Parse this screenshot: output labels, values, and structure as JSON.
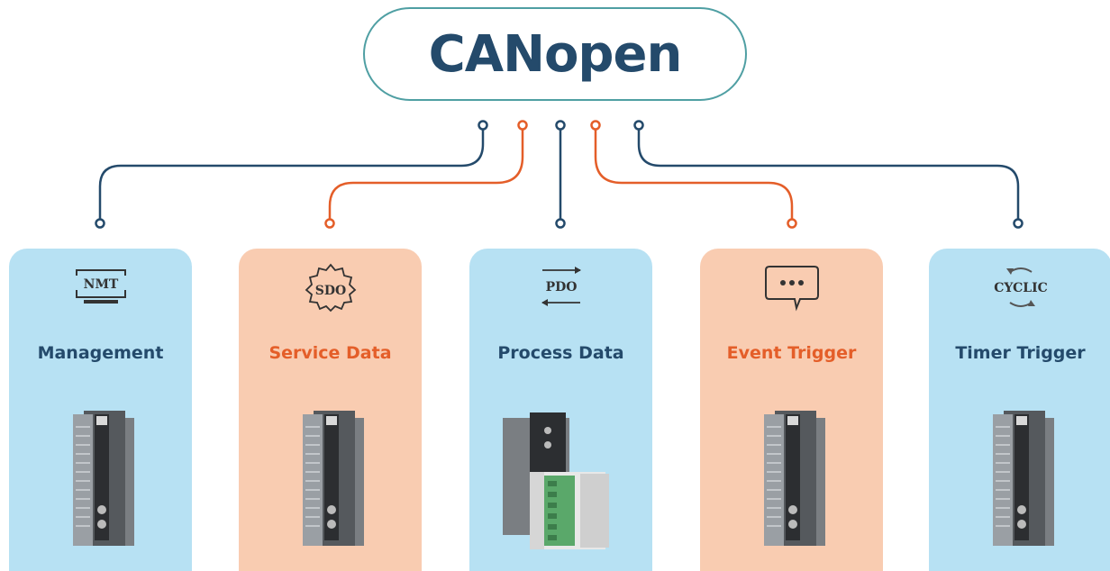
{
  "title": "CANopen",
  "categories": [
    {
      "label": "Management",
      "icon": "nmt-monitor-icon",
      "icon_text": "NMT",
      "color": "#b7e1f3",
      "accent": "#244a6b"
    },
    {
      "label": "Service Data",
      "icon": "sdo-gear-icon",
      "icon_text": "SDO",
      "color": "#f9ccb1",
      "accent": "#e45e29"
    },
    {
      "label": "Process Data",
      "icon": "pdo-arrows-icon",
      "icon_text": "PDO",
      "color": "#b7e1f3",
      "accent": "#244a6b"
    },
    {
      "label": "Event Trigger",
      "icon": "chat-bubble-icon",
      "icon_text": "",
      "color": "#f9ccb1",
      "accent": "#e45e29"
    },
    {
      "label": "Timer Trigger",
      "icon": "cyclic-icon",
      "icon_text": "CYCLIC",
      "color": "#b7e1f3",
      "accent": "#244a6b"
    }
  ]
}
